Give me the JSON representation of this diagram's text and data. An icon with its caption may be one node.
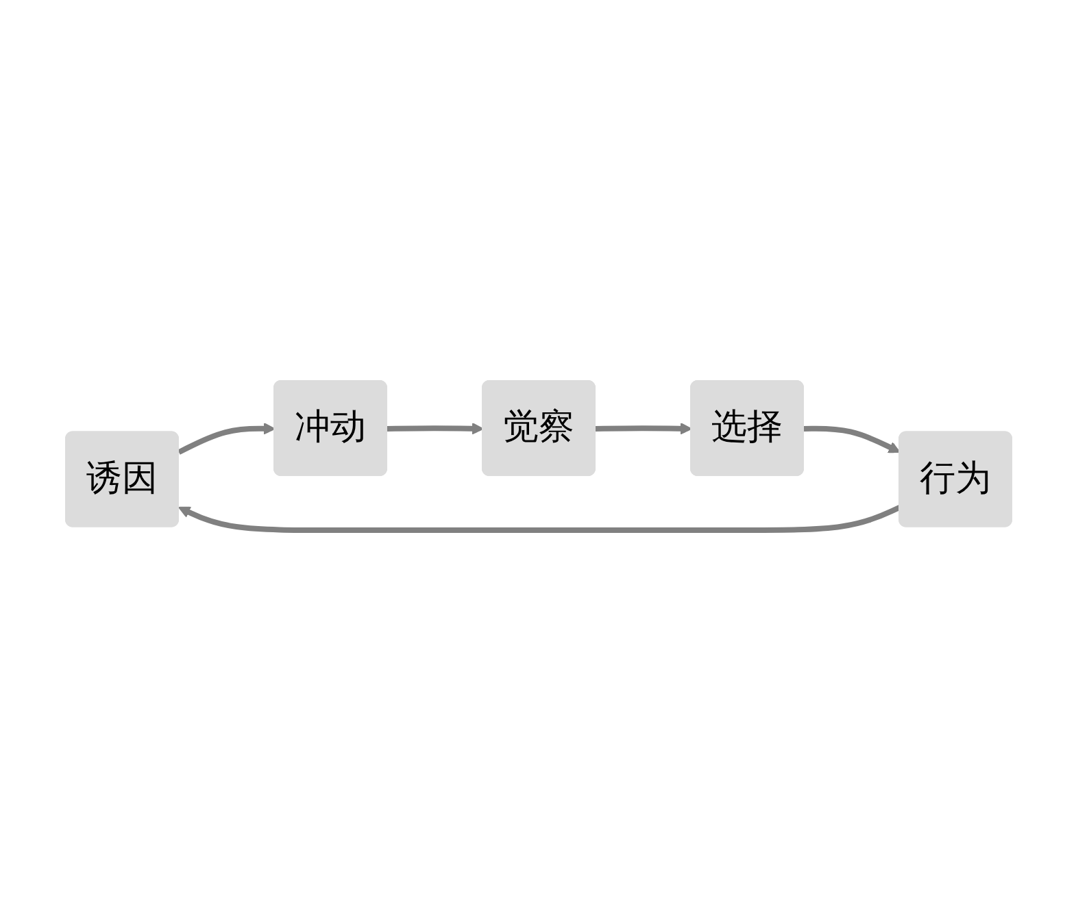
{
  "diagram": {
    "nodes": [
      {
        "text": [
          "诱因"
        ]
      },
      {
        "text": [
          "冲动"
        ]
      },
      {
        "text": [
          "觉察"
        ]
      },
      {
        "text": [
          "选择"
        ]
      },
      {
        "text": [
          "行为"
        ]
      }
    ],
    "edges": [
      {
        "from": 0,
        "to": 1,
        "arrow": "to"
      },
      {
        "from": 1,
        "to": 2,
        "arrow": "to"
      },
      {
        "from": 2,
        "to": 3,
        "arrow": "to"
      },
      {
        "from": 3,
        "to": 4,
        "arrow": "to"
      },
      {
        "from": 4,
        "to": 0,
        "arrow": "to"
      }
    ]
  }
}
